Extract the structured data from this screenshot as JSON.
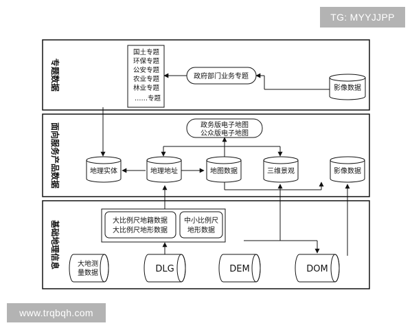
{
  "watermarks": {
    "top": "TG: MYYJJPP",
    "bottom": "www.trqbqh.com"
  },
  "panels": {
    "top": "专题数据",
    "middle": "面向服务产品数据",
    "bottom": "基础地理信息"
  },
  "topics": [
    "国土专题",
    "环保专题",
    "公安专题",
    "农业专题",
    "林业专题",
    "……专题"
  ],
  "gov_topic": "政府部门业务专题",
  "image_data_top": "影像数据",
  "maps": [
    "政务版电子地图",
    "公众版电子地图"
  ],
  "products": {
    "entity": "地理实体",
    "address": "地理地址",
    "mapdata": "地图数据",
    "scene": "三维景观",
    "image": "影像数据"
  },
  "large_scale": [
    "大比例尺地籍数据",
    "大比例尺地形数据"
  ],
  "small_scale": [
    "中小比例尺",
    "地形数据"
  ],
  "base": {
    "geodetic": [
      "大地测",
      "量数据"
    ],
    "dlg": "DLG",
    "dem": "DEM",
    "dom": "DOM"
  },
  "colors": {
    "line": "#111111",
    "background": "#ffffff",
    "watermark": "#b3b3b3"
  }
}
